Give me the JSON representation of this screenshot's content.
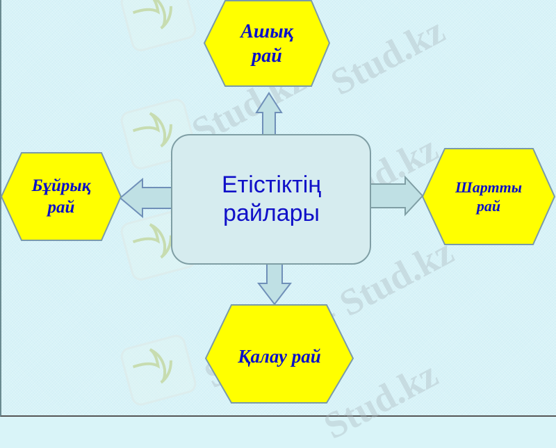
{
  "diagram": {
    "center": {
      "label_line1": "Етістіктің",
      "label_line2": "райлары"
    },
    "nodes": {
      "top": {
        "line1": "Ашық",
        "line2": "рай"
      },
      "left": {
        "line1": "Бұйрық",
        "line2": "рай"
      },
      "right": {
        "line1": "Шартты",
        "line2": "рай"
      },
      "bottom": {
        "line1": "Қалау рай"
      }
    },
    "colors": {
      "hexagon_fill": "#ffff00",
      "hexagon_border": "#7a9aa8",
      "node_text": "#0a10c8",
      "center_fill": "#d6ecef",
      "center_border": "#7f9ea4",
      "arrow_fill": "#bfe0e4",
      "arrow_border": "#6f8fb8",
      "background": "#d8f3f8"
    }
  },
  "watermarks": [
    "Stud.kz",
    "Stud.kz",
    "Stud.kz",
    "Stud.kz - Stud.kz",
    "Stud.kz"
  ]
}
